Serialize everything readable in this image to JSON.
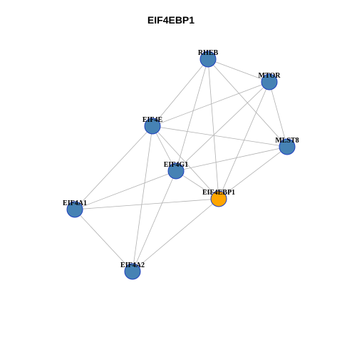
{
  "title": "EIF4EBP1",
  "colors": {
    "node_default": "#4682B4",
    "node_default_border": "#1f3fbf",
    "node_focus": "#FFA500",
    "node_focus_border": "#1f3fbf",
    "edge": "#b0b0b0"
  },
  "nodes": [
    {
      "id": "RHEB",
      "label": "RHEB",
      "focus": false
    },
    {
      "id": "MTOR",
      "label": "MTOR",
      "focus": false
    },
    {
      "id": "EIF4E",
      "label": "EIF4E",
      "focus": false
    },
    {
      "id": "MLST8",
      "label": "MLST8",
      "focus": false
    },
    {
      "id": "EIF4G1",
      "label": "EIF4G1",
      "focus": false
    },
    {
      "id": "EIF4EBP1",
      "label": "EIF4EBP1",
      "focus": true
    },
    {
      "id": "EIF4A1",
      "label": "EIF4A1",
      "focus": false
    },
    {
      "id": "EIF4A2",
      "label": "EIF4A2",
      "focus": false
    }
  ],
  "edges": [
    [
      "RHEB",
      "MTOR"
    ],
    [
      "RHEB",
      "EIF4E"
    ],
    [
      "RHEB",
      "MLST8"
    ],
    [
      "RHEB",
      "EIF4G1"
    ],
    [
      "RHEB",
      "EIF4EBP1"
    ],
    [
      "MTOR",
      "EIF4E"
    ],
    [
      "MTOR",
      "MLST8"
    ],
    [
      "MTOR",
      "EIF4G1"
    ],
    [
      "MTOR",
      "EIF4EBP1"
    ],
    [
      "EIF4E",
      "MLST8"
    ],
    [
      "EIF4E",
      "EIF4G1"
    ],
    [
      "EIF4E",
      "EIF4EBP1"
    ],
    [
      "EIF4E",
      "EIF4A1"
    ],
    [
      "EIF4E",
      "EIF4A2"
    ],
    [
      "MLST8",
      "EIF4G1"
    ],
    [
      "MLST8",
      "EIF4EBP1"
    ],
    [
      "EIF4G1",
      "EIF4EBP1"
    ],
    [
      "EIF4G1",
      "EIF4A1"
    ],
    [
      "EIF4G1",
      "EIF4A2"
    ],
    [
      "EIF4EBP1",
      "EIF4A1"
    ],
    [
      "EIF4EBP1",
      "EIF4A2"
    ],
    [
      "EIF4A1",
      "EIF4A2"
    ]
  ]
}
